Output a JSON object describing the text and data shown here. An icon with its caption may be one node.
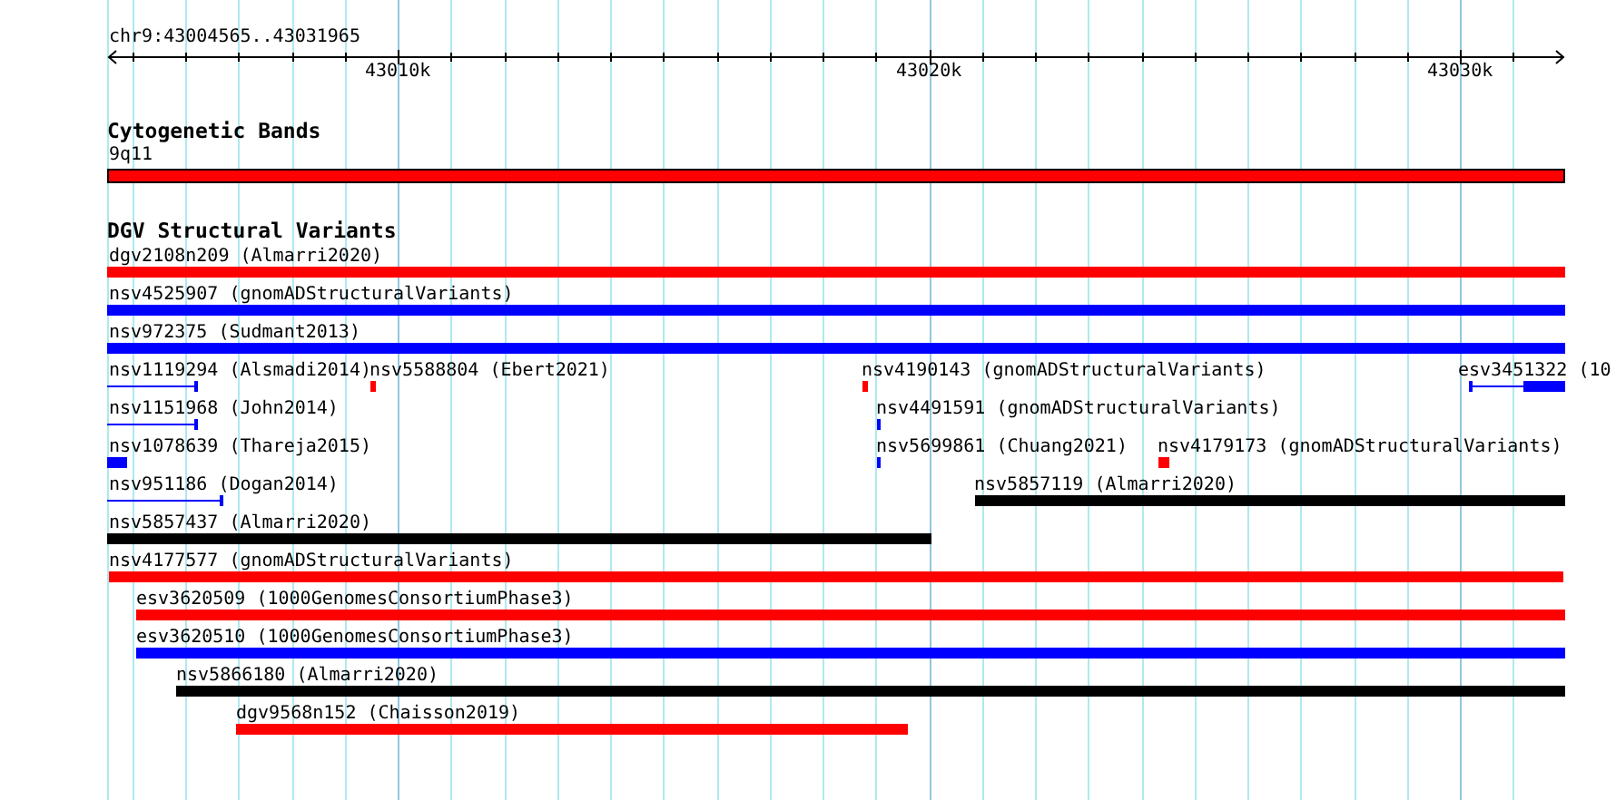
{
  "diagram": {
    "nodes": [
      {
        "text": [
          "9q11"
        ]
      },
      {
        "text": [
          "dgv2108n209 (Almarri2020)"
        ]
      },
      {
        "text": [
          "nsv4525907 (gnomADStructuralVariants)"
        ]
      },
      {
        "text": [
          "nsv972375 (Sudmant2013)"
        ]
      },
      {
        "text": [
          "nsv1119294 (Alsmadi2014)"
        ]
      },
      {
        "text": [
          "nsv5588804 (Ebert2021)"
        ]
      },
      {
        "text": [
          "nsv4190143 (gnomADStructuralVariants)"
        ]
      },
      {
        "text": [
          "esv3451322 (10"
        ]
      },
      {
        "text": [
          "nsv1151968 (John2014)"
        ]
      },
      {
        "text": [
          "nsv4491591 (gnomADStructuralVariants)"
        ]
      },
      {
        "text": [
          "nsv1078639 (Thareja2015)"
        ]
      },
      {
        "text": [
          "nsv5699861 (Chuang2021)"
        ]
      },
      {
        "text": [
          "nsv4179173 (gnomADStructuralVariants)"
        ]
      },
      {
        "text": [
          "nsv951186 (Dogan2014)"
        ]
      },
      {
        "text": [
          "nsv5857119 (Almarri2020)"
        ]
      },
      {
        "text": [
          "nsv5857437 (Almarri2020)"
        ]
      },
      {
        "text": [
          "nsv4177577 (gnomADStructuralVariants)"
        ]
      },
      {
        "text": [
          "esv3620509 (1000GenomesConsortiumPhase3)"
        ]
      },
      {
        "text": [
          "esv3620510 (1000GenomesConsortiumPhase3)"
        ]
      },
      {
        "text": [
          "nsv5866180 (Almarri2020)"
        ]
      },
      {
        "text": [
          "dgv9568n152 (Chaisson2019)"
        ]
      }
    ],
    "labels": [
      "chr9:43004565..43031965",
      "43010k",
      "43020k",
      "43030k",
      "Cytogenetic Bands",
      "DGV Structural Variants"
    ]
  }
}
